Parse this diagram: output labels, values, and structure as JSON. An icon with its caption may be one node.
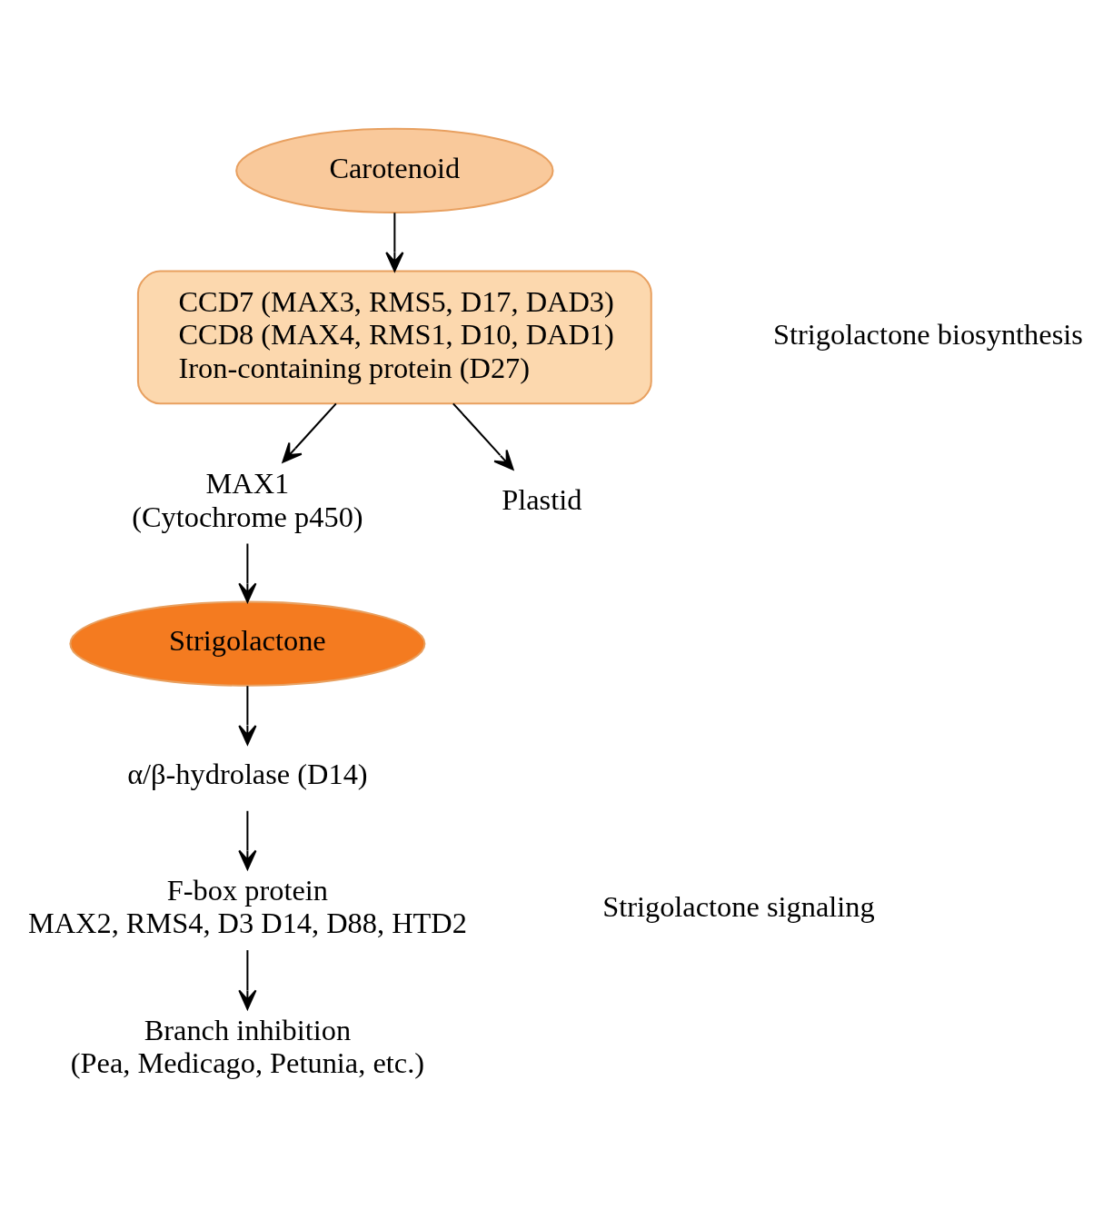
{
  "diagram": {
    "nodes": [
      {
        "text": [
          "Carotenoid"
        ]
      },
      {
        "text": [
          "CCD7 (MAX3, RMS5, D17, DAD3)",
          "CCD8 (MAX4, RMS1, D10, DAD1)",
          "Iron-containing protein (D27)"
        ]
      },
      {
        "text": [
          "MAX1",
          "(Cytochrome p450)"
        ]
      },
      {
        "text": [
          "Strigolactone"
        ]
      },
      {
        "text": [
          "α/β-hydrolase (D14)"
        ]
      },
      {
        "text": [
          "F-box protein",
          "MAX2, RMS4, D3 D14, D88, HTD2"
        ]
      },
      {
        "text": [
          "Branch inhibition",
          "(Pea, Medicago, Petunia, etc.)"
        ]
      },
      {
        "text": [
          "Plastid"
        ]
      }
    ],
    "edges": [
      {
        "from": 0,
        "to": 1,
        "arrow": "to"
      },
      {
        "from": 1,
        "to": 2,
        "arrow": "to"
      },
      {
        "from": 2,
        "to": 3,
        "arrow": "to"
      },
      {
        "from": 3,
        "to": 4,
        "arrow": "to"
      },
      {
        "from": 4,
        "to": 5,
        "arrow": "to"
      },
      {
        "from": 5,
        "to": 6,
        "arrow": "to"
      },
      {
        "from": 1,
        "to": 7,
        "arrow": "to"
      }
    ],
    "labels": [
      "Strigolactone biosynthesis",
      "Strigolactone signaling"
    ]
  }
}
